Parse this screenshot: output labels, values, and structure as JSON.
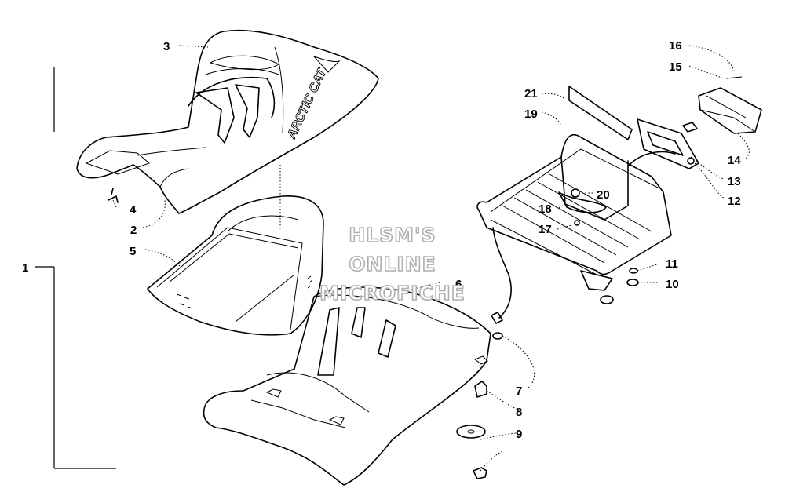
{
  "watermark": {
    "line1": "HLSM'S",
    "line2": "ONLINE",
    "line3": "MICROFICHE"
  },
  "callouts": {
    "c1": "1",
    "c2": "2",
    "c3": "3",
    "c4": "4",
    "c5": "5",
    "c6": "6",
    "c7": "7",
    "c8": "8",
    "c9": "9",
    "c10": "10",
    "c11": "11",
    "c12": "12",
    "c13": "13",
    "c14": "14",
    "c15": "15",
    "c16": "16",
    "c17": "17",
    "c18": "18",
    "c19": "19",
    "c20": "20",
    "c21": "21"
  },
  "seat_logo_text": "ARCTIC CAT"
}
